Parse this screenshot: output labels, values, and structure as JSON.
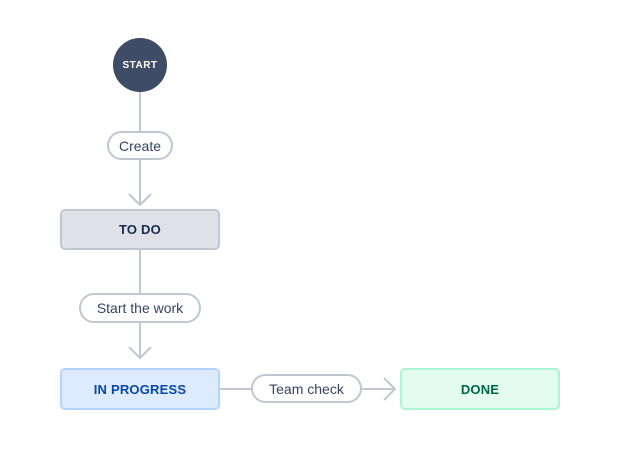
{
  "diagram": {
    "type": "workflow",
    "background": "#FFFFFF",
    "connector_color": "#C1C7D0",
    "start_node": {
      "label": "START",
      "bg": "#3E4C66",
      "text_color": "#FFFFFF"
    },
    "statuses": [
      {
        "label": "TO DO",
        "category": "todo",
        "bg": "#DFE1E6",
        "border": "#C1C7D0",
        "text_color": "#172B4D"
      },
      {
        "label": "IN PROGRESS",
        "category": "in-progress",
        "bg": "#DEEBFF",
        "border": "#B3D4FF",
        "text_color": "#0747A6"
      },
      {
        "label": "DONE",
        "category": "done",
        "bg": "#E3FCEF",
        "border": "#ABF5D1",
        "text_color": "#006644"
      }
    ],
    "transitions": [
      {
        "label": "Create",
        "from": "START",
        "to": "TO DO"
      },
      {
        "label": "Start the work",
        "from": "TO DO",
        "to": "IN PROGRESS"
      },
      {
        "label": "Team check",
        "from": "IN PROGRESS",
        "to": "DONE"
      }
    ],
    "transition_pill": {
      "bg": "#FFFFFF",
      "border": "#C1C7D0",
      "text_color": "#344563"
    }
  }
}
